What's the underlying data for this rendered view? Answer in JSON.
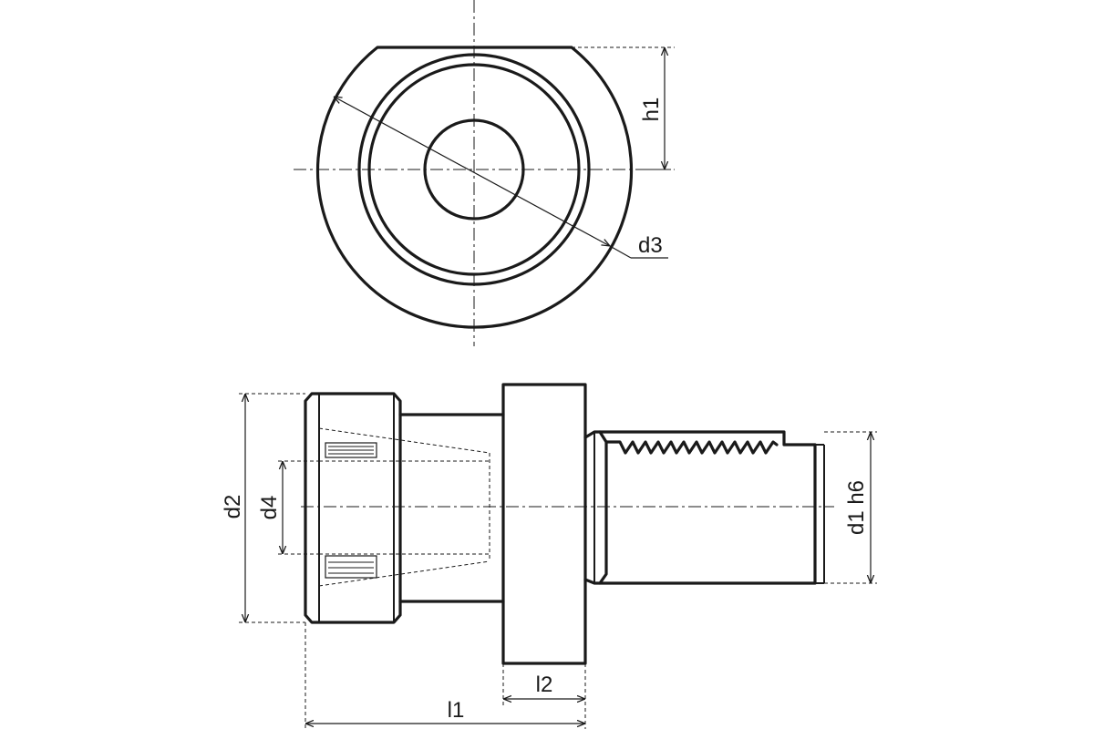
{
  "labels": {
    "h1": "h1",
    "d3": "d3",
    "d2": "d2",
    "d4": "d4",
    "d1": "d1 h6",
    "l1": "l1",
    "l2": "l2"
  }
}
